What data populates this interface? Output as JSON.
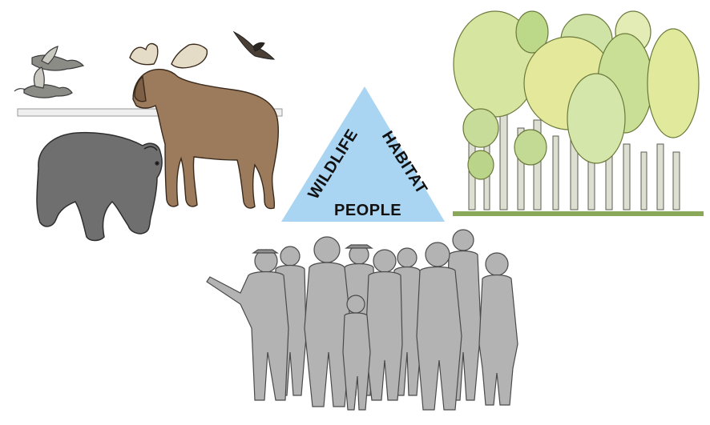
{
  "diagram": {
    "labels": {
      "wildlife": "WILDLIFE",
      "habitat": "HABITAT",
      "people": "PEOPLE"
    },
    "colors": {
      "triangle": "#a9d4f2",
      "bear": "#6f6f6f",
      "moose": "#9c7a5c",
      "people_silhouettes": "#b3b3b3",
      "foliage_light": "#d6e6a0",
      "foliage_mid": "#bcd98a",
      "trunk": "#d9dccf"
    },
    "illustrations": [
      "geese",
      "moose",
      "eagle",
      "bear",
      "forest",
      "people-group"
    ]
  }
}
